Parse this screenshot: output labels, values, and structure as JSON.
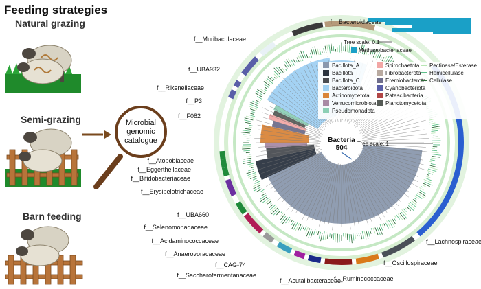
{
  "left_panel": {
    "title": "Feeding strategies",
    "strategies": [
      {
        "label": "Natural grazing"
      },
      {
        "label": "Semi-grazing"
      },
      {
        "label": "Barn feeding"
      }
    ]
  },
  "catalogue": {
    "line1": "Microbial",
    "line2": "genomic",
    "line3": "catalogue"
  },
  "bacteria_node": {
    "label": "Bacteria",
    "count": "504"
  },
  "tree_scale_inner": "Tree scale: 1",
  "tree_scale_outer": "Tree scale: 0.1",
  "archaea_label": "Methanobacteriaceae",
  "families": [
    "f__Bacteroidaceae",
    "f__Muribaculaceae",
    "f__UBA932",
    "f__Rikenellaceae",
    "f__P3",
    "f__F082",
    "f__Atopobiaceae",
    "f__Eggerthellaceae",
    "f__Bifidobacteriaceae",
    "f__Erysipelotrichaceae",
    "f__UBA660",
    "f__Selenomonadaceae",
    "f__Acidaminococcaceae",
    "f__Anaerovoracaceae",
    "f__CAG-74",
    "f__Saccharofermentanaceae",
    "f__Acutalibacteraceae",
    "f__Ruminococcaceae",
    "f__Oscillospiraceae",
    "f__Lachnospiraceae"
  ],
  "legend_phyla": [
    {
      "name": "Bacillota_A",
      "color": "#8a98ad"
    },
    {
      "name": "Bacillota",
      "color": "#2b3440"
    },
    {
      "name": "Bacillota_C",
      "color": "#4a4d52"
    },
    {
      "name": "Bacteroidota",
      "color": "#9fd0f2"
    },
    {
      "name": "Actinomycetota",
      "color": "#d9853a"
    },
    {
      "name": "Verrucomicrobiota",
      "color": "#a88aa5"
    },
    {
      "name": "Pseudomonadota",
      "color": "#8ccfb5"
    },
    {
      "name": "Spirochaetota",
      "color": "#f2a7a5"
    },
    {
      "name": "Fibrobacterota",
      "color": "#b9aaa0"
    },
    {
      "name": "Eremiobacterota",
      "color": "#6f6e8c"
    },
    {
      "name": "Cyanobacteriota",
      "color": "#5a5fa8"
    },
    {
      "name": "Patescibacteria",
      "color": "#b14545"
    },
    {
      "name": "Planctomycetota",
      "color": "#555a55"
    }
  ],
  "legend_enzymes": [
    {
      "name": "Pectinase/Esterase",
      "color": "#b8e6b4"
    },
    {
      "name": "Hemicellulase",
      "color": "#5dc08a"
    },
    {
      "name": "Cellulase",
      "color": "#2f6a3a"
    }
  ],
  "colors": {
    "archaea_bar": "#1aa0c7",
    "arrow": "#7a4a1e",
    "magnifier_rim": "#6b3e1c"
  }
}
